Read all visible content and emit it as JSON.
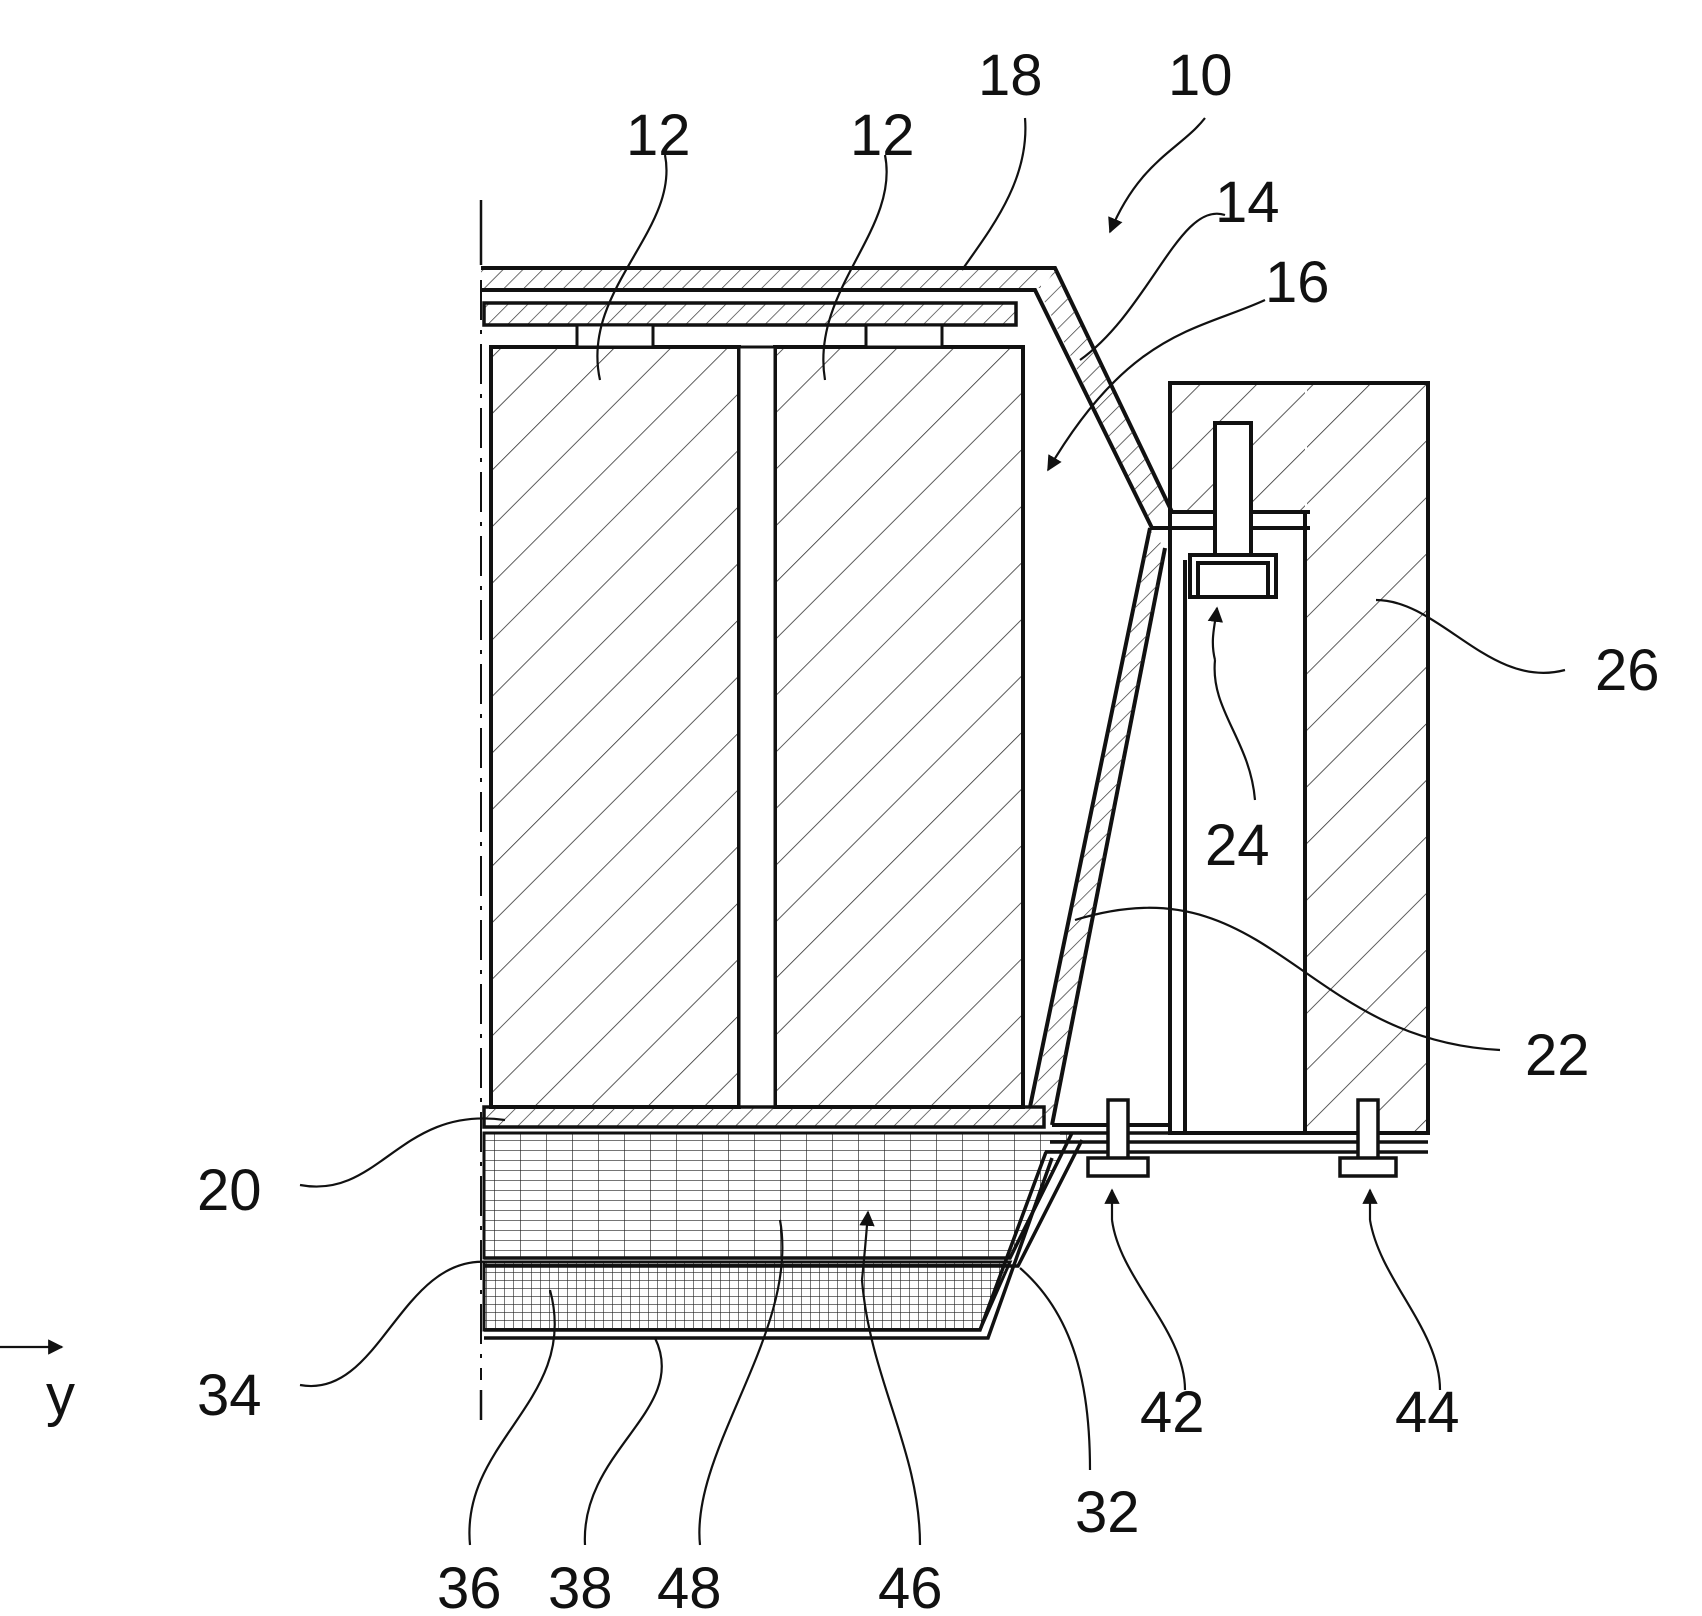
{
  "figure": {
    "labels": {
      "l10": "10",
      "l12a": "12",
      "l12b": "12",
      "l14": "14",
      "l16": "16",
      "l18": "18",
      "l20": "20",
      "l22": "22",
      "l24": "24",
      "l26": "26",
      "l32": "32",
      "l34": "34",
      "l36": "36",
      "l38": "38",
      "l42": "42",
      "l44": "44",
      "l46": "46",
      "l48": "48"
    },
    "axis_label": "y"
  }
}
